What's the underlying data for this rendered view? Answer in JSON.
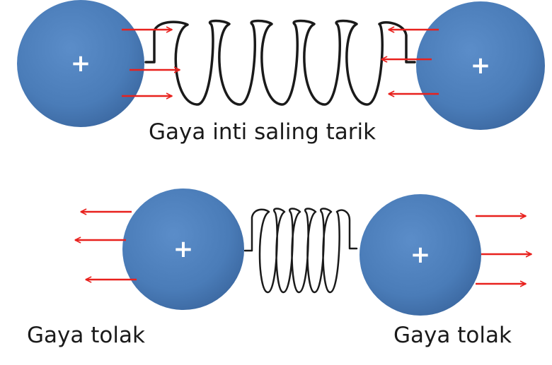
{
  "labels": {
    "attraction": "Gaya inti saling tarik",
    "repulsion_left": "Gaya tolak",
    "repulsion_right": "Gaya tolak"
  },
  "particle_charge_symbol": "+",
  "colors": {
    "particle": "#4f81bd",
    "arrow": "#e8211d",
    "spring": "#1a1a1a"
  }
}
